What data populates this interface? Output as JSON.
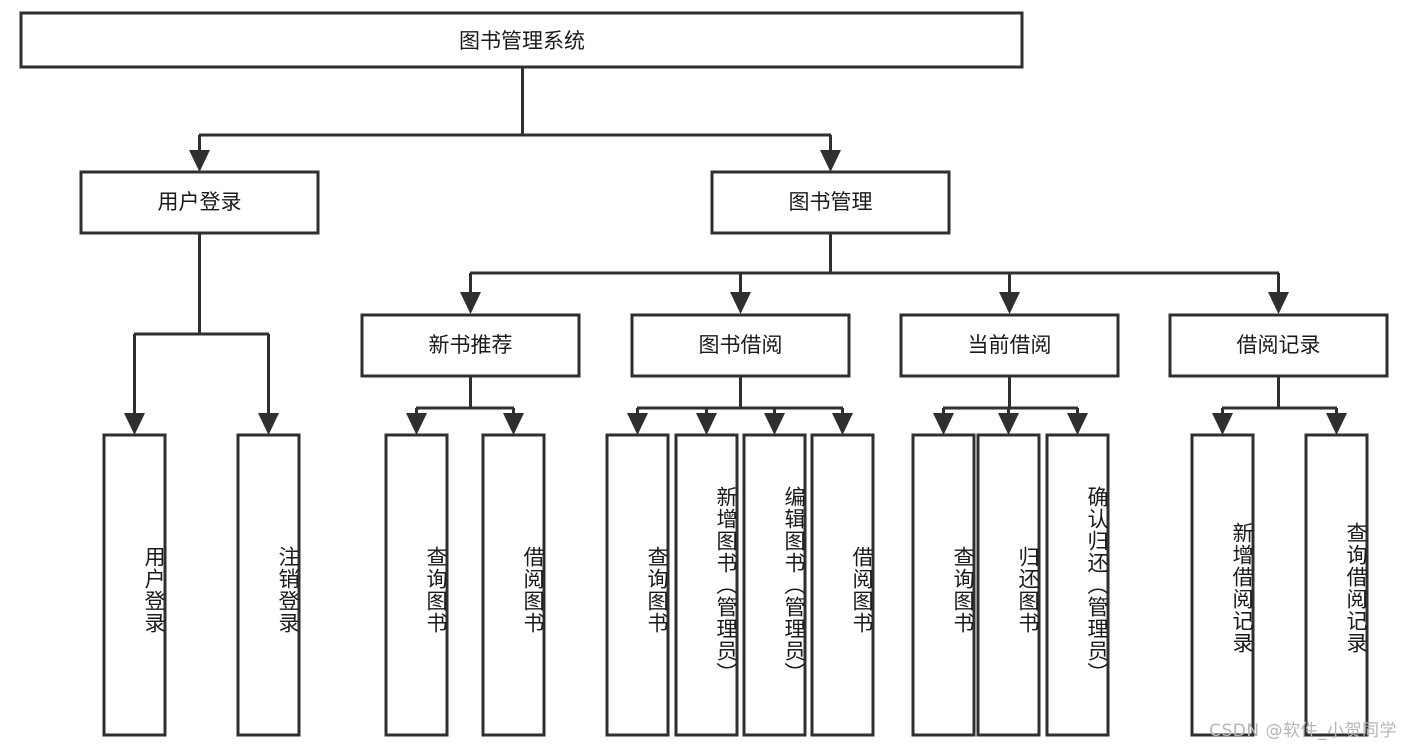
{
  "diagram": {
    "title": "图书管理系统",
    "watermark": "CSDN @软件_小贺同学",
    "type": "tree-hierarchy",
    "orientation": "top-down",
    "colors": {
      "box_fill": "#ffffff",
      "box_stroke": "#2f2f2f",
      "text": "#1a1a1a",
      "watermark": "#b6b6b6",
      "background": "#ffffff"
    },
    "root": {
      "label": "图书管理系统"
    },
    "level1": [
      {
        "label": "用户登录"
      },
      {
        "label": "图书管理"
      }
    ],
    "level2": [
      {
        "label": "新书推荐"
      },
      {
        "label": "图书借阅"
      },
      {
        "label": "当前借阅"
      },
      {
        "label": "借阅记录"
      }
    ],
    "leaves": {
      "user_login": [
        {
          "label": "用户登录"
        },
        {
          "label": "注销登录"
        }
      ],
      "new_book_recommend": [
        {
          "label": "查询图书"
        },
        {
          "label": "借阅图书"
        }
      ],
      "book_borrow": [
        {
          "label": "查询图书"
        },
        {
          "label": "新增图书（管理员）"
        },
        {
          "label": "编辑图书（管理员）"
        },
        {
          "label": "借阅图书"
        }
      ],
      "current_borrow": [
        {
          "label": "查询图书"
        },
        {
          "label": "归还图书"
        },
        {
          "label": "确认归还（管理员）"
        }
      ],
      "borrow_record": [
        {
          "label": "新增借阅记录"
        },
        {
          "label": "查询借阅记录"
        }
      ]
    }
  }
}
